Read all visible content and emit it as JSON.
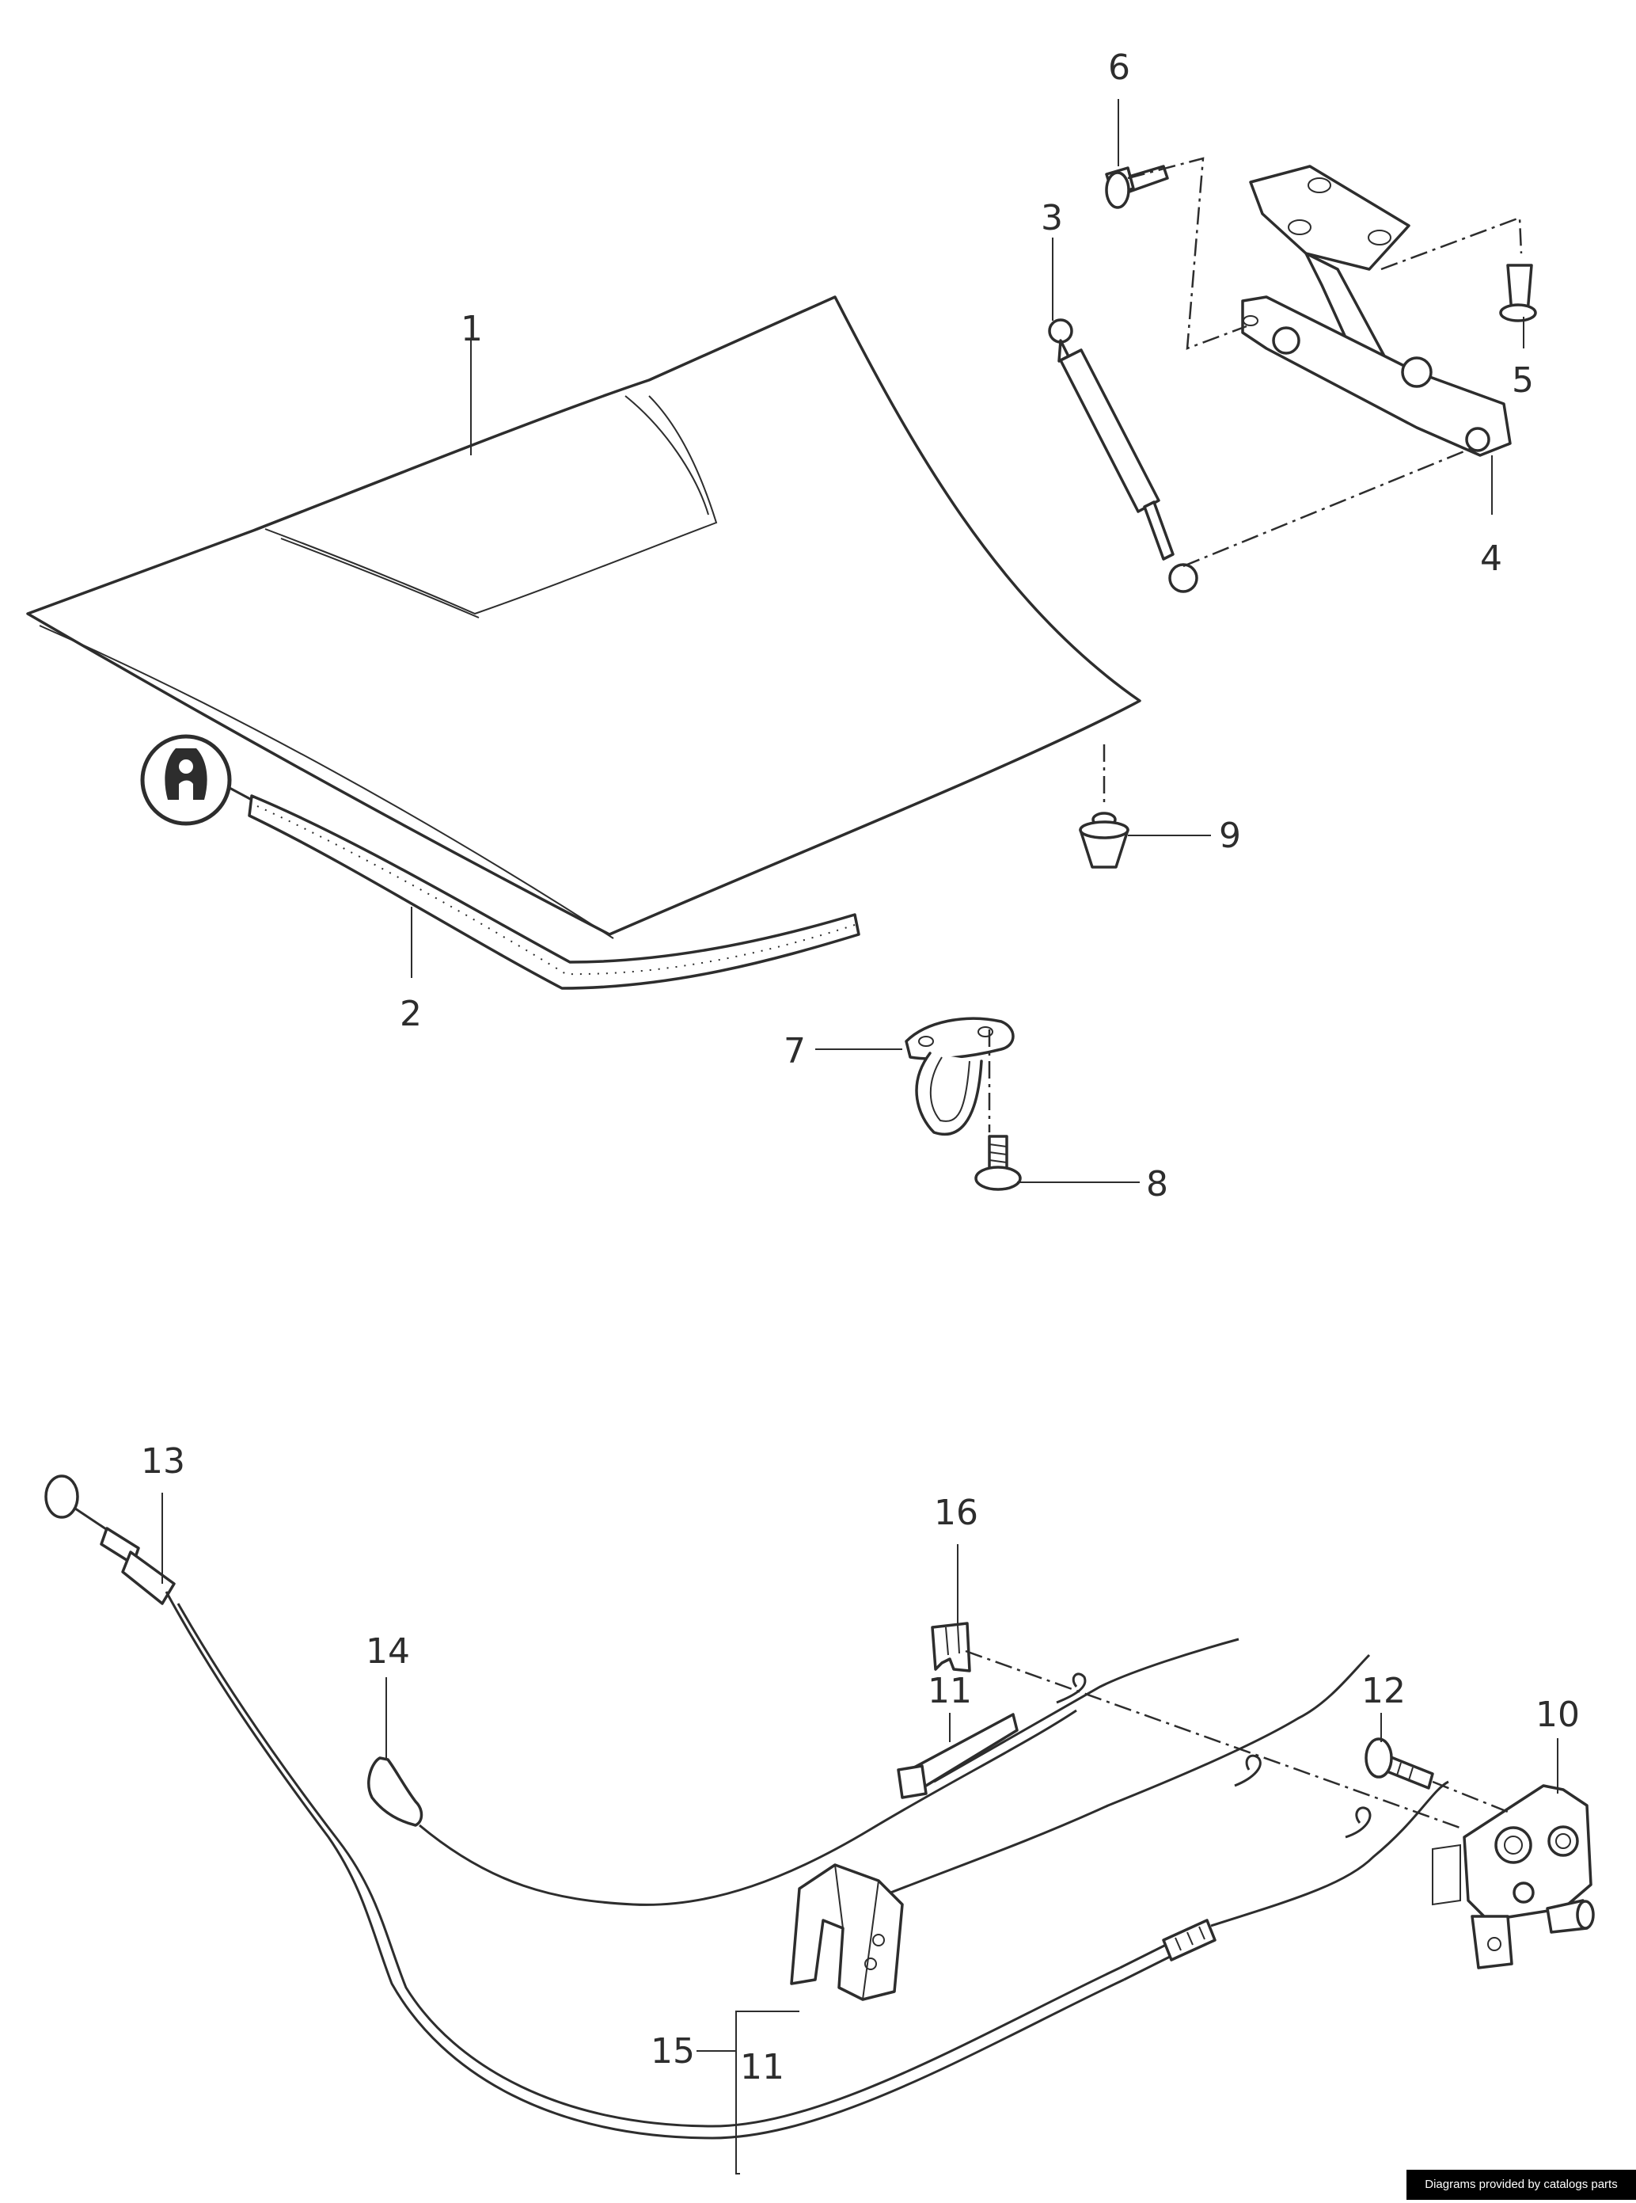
{
  "callouts": {
    "c1": "1",
    "c2": "2",
    "c3": "3",
    "c4": "4",
    "c5": "5",
    "c6": "6",
    "c7": "7",
    "c8": "8",
    "c9": "9",
    "c10": "10",
    "c11a": "11",
    "c11b": "11",
    "c12": "12",
    "c13": "13",
    "c14": "14",
    "c15": "15",
    "c16": "16"
  },
  "footer": {
    "credit": "Diagrams provided by catalogs parts"
  },
  "icons": {
    "oil_symbol": "oil-can-icon"
  }
}
